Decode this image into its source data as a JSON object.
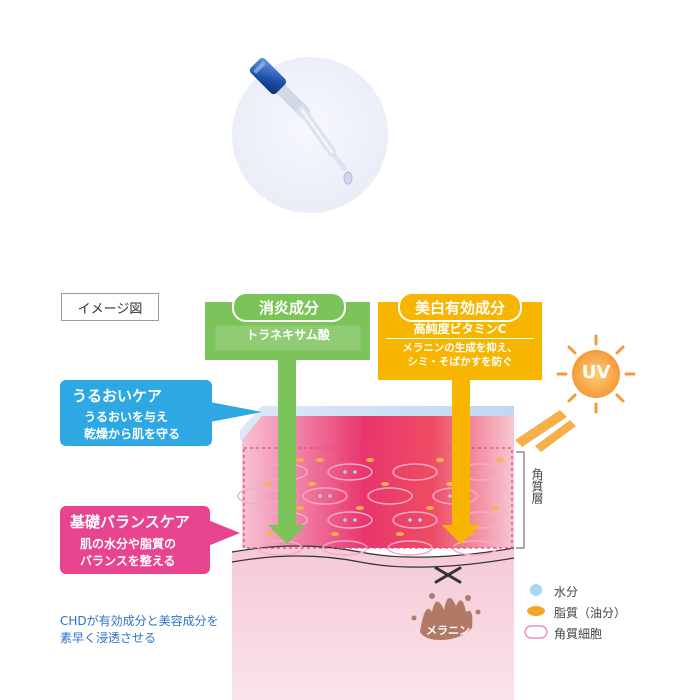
{
  "image_label": "イメージ図",
  "anti_inflammatory": {
    "title": "消炎成分",
    "ingredient": "トラネキサム酸",
    "color": "#7cc45a"
  },
  "whitening": {
    "title": "美白有効成分",
    "ingredient": "高純度ビタミンC",
    "desc_line1": "メラニンの生成を抑え、",
    "desc_line2": "シミ・そばかすを防ぐ",
    "color": "#f7b500"
  },
  "moisture_care": {
    "title": "うるおいケア",
    "line1": "うるおいを与え",
    "line2": "乾燥から肌を守る",
    "color": "#2da8e3"
  },
  "balance_care": {
    "title": "基礎バランスケア",
    "line1": "肌の水分や脂質の",
    "line2": "バランスを整える",
    "color": "#e8448f"
  },
  "uv_label": "UV",
  "stratum_label": "角質層",
  "melanin_label": "メラニン",
  "legend": [
    {
      "label": "水分",
      "color": "#9fd5f2"
    },
    {
      "label": "脂質（油分）",
      "color": "#f5a623"
    },
    {
      "label": "角質細胞",
      "color": "#f18fbf"
    }
  ],
  "footer_text": "CHDが有効成分と美容成分を\n素早く浸透させる"
}
